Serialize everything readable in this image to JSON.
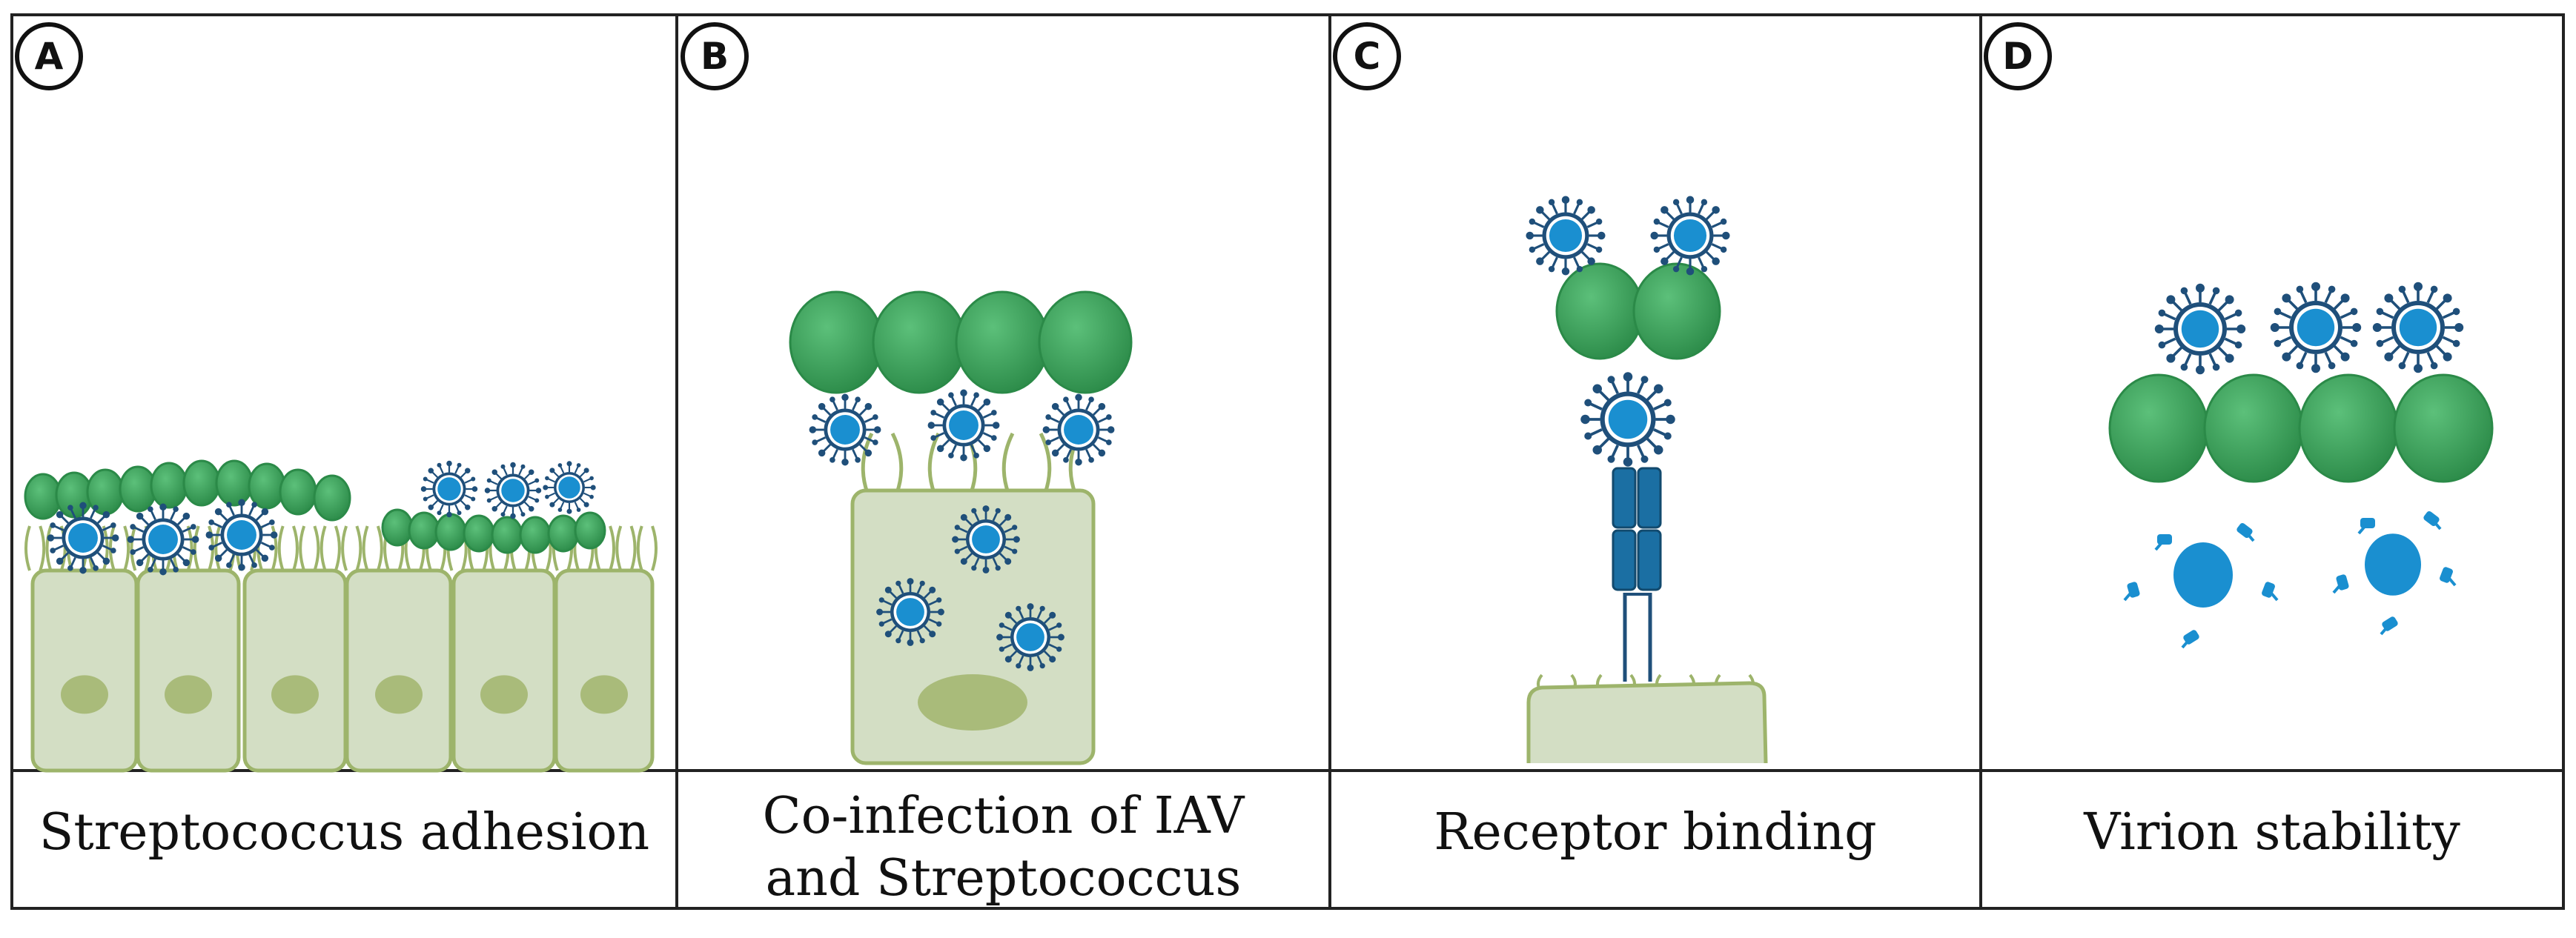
{
  "panels": [
    {
      "letter": "A",
      "caption_lines": [
        "Streptococcus adhesion"
      ]
    },
    {
      "letter": "B",
      "caption_lines": [
        "Co-infection of IAV",
        "and Streptococcus"
      ]
    },
    {
      "letter": "C",
      "caption_lines": [
        "Receptor binding"
      ]
    },
    {
      "letter": "D",
      "caption_lines": [
        "Virion stability"
      ]
    }
  ],
  "colors": {
    "border": "#222222",
    "bacteria": "#3aa65c",
    "bacteria_dark": "#2b8a48",
    "virus_core": "#1a8fd0",
    "virus_ring": "#ffffff",
    "virus_spike": "#1f4f7a",
    "cell_fill": "#d3dec4",
    "cell_edge": "#9db46b",
    "nucleus": "#a9bb7a",
    "receptor": "#1b6fa3"
  }
}
